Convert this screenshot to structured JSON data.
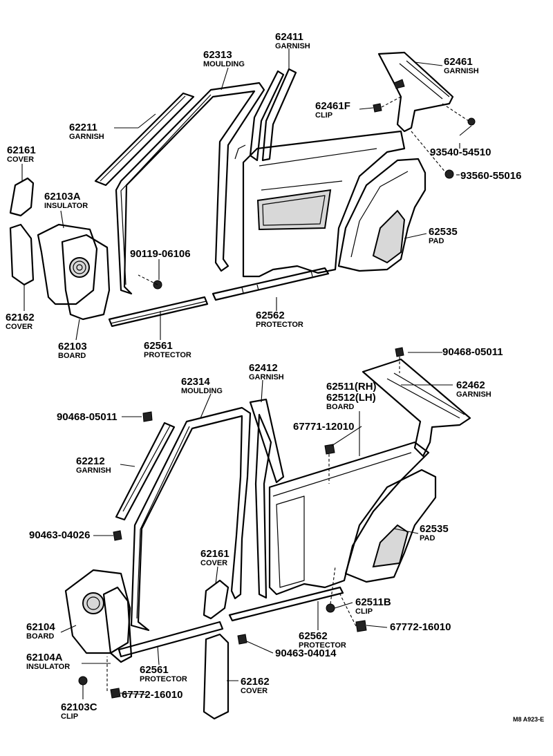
{
  "figure_ref": "M8  A923-E",
  "labels": {
    "p62411": {
      "number": "62411",
      "name": "GARNISH"
    },
    "p62313": {
      "number": "62313",
      "name": "MOULDING"
    },
    "p62461": {
      "number": "62461",
      "name": "GARNISH"
    },
    "p62461f": {
      "number": "62461F",
      "name": "CLIP"
    },
    "p62211": {
      "number": "62211",
      "name": "GARNISH"
    },
    "p62161_top": {
      "number": "62161",
      "name": "COVER"
    },
    "p62103a": {
      "number": "62103A",
      "name": "INSULATOR"
    },
    "p93540": {
      "number": "93540-54510",
      "name": ""
    },
    "p93560": {
      "number": "93560-55016",
      "name": ""
    },
    "p62535_top": {
      "number": "62535",
      "name": "PAD"
    },
    "p90119": {
      "number": "90119-06106",
      "name": ""
    },
    "p62162_top": {
      "number": "62162",
      "name": "COVER"
    },
    "p62562_top": {
      "number": "62562",
      "name": "PROTECTOR"
    },
    "p62103": {
      "number": "62103",
      "name": "BOARD"
    },
    "p62561_top": {
      "number": "62561",
      "name": "PROTECTOR"
    },
    "p90468_top": {
      "number": "90468-05011",
      "name": ""
    },
    "p62314": {
      "number": "62314",
      "name": "MOULDING"
    },
    "p62412": {
      "number": "62412",
      "name": "GARNISH"
    },
    "p62511": {
      "number": "62511(RH)",
      "name": ""
    },
    "p62512": {
      "number": "62512(LH)",
      "name": "BOARD"
    },
    "p62462": {
      "number": "62462",
      "name": "GARNISH"
    },
    "p90468_left": {
      "number": "90468-05011",
      "name": ""
    },
    "p67771": {
      "number": "67771-12010",
      "name": ""
    },
    "p62212": {
      "number": "62212",
      "name": "GARNISH"
    },
    "p90463_04026": {
      "number": "90463-04026",
      "name": ""
    },
    "p62535_bot": {
      "number": "62535",
      "name": "PAD"
    },
    "p62161_bot": {
      "number": "62161",
      "name": "COVER"
    },
    "p62511b": {
      "number": "62511B",
      "name": "CLIP"
    },
    "p62104": {
      "number": "62104",
      "name": "BOARD"
    },
    "p67772_right": {
      "number": "67772-16010",
      "name": ""
    },
    "p62562_bot": {
      "number": "62562",
      "name": "PROTECTOR"
    },
    "p62104a": {
      "number": "62104A",
      "name": "INSULATOR"
    },
    "p90463_04014": {
      "number": "90463-04014",
      "name": ""
    },
    "p62561_bot": {
      "number": "62561",
      "name": "PROTECTOR"
    },
    "p62162_bot": {
      "number": "62162",
      "name": "COVER"
    },
    "p67772_left": {
      "number": "67772-16010",
      "name": ""
    },
    "p62103c": {
      "number": "62103C",
      "name": "CLIP"
    }
  }
}
